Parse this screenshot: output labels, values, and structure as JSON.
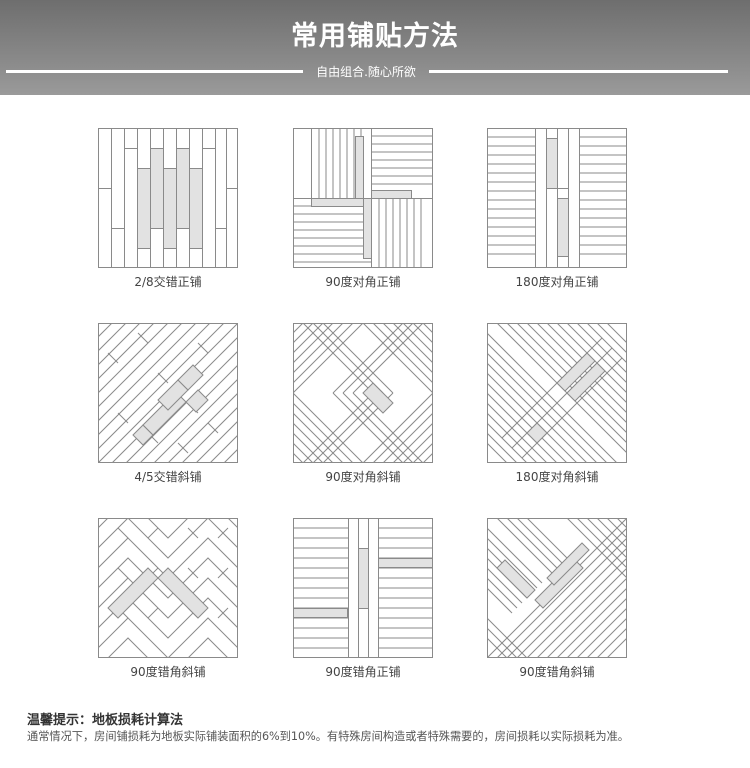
{
  "header": {
    "title": "常用铺贴方法",
    "subtitle": "自由组合.随心所欲"
  },
  "patterns": [
    {
      "id": "p1",
      "caption": "2/8交错正铺"
    },
    {
      "id": "p2",
      "caption": "90度对角正铺"
    },
    {
      "id": "p3",
      "caption": "180度对角正铺"
    },
    {
      "id": "p4",
      "caption": "4/5交错斜铺"
    },
    {
      "id": "p5",
      "caption": "90度对角斜铺"
    },
    {
      "id": "p6",
      "caption": "180度对角斜铺"
    },
    {
      "id": "p7",
      "caption": "90度错角斜铺"
    },
    {
      "id": "p8",
      "caption": "90度错角正铺"
    },
    {
      "id": "p9",
      "caption": "90度错角斜铺"
    }
  ],
  "tip": {
    "title": "温馨提示：地板损耗计算法",
    "body": "通常情况下，房间铺损耗为地板实际铺装面积的6%到10%。有特殊房间构造或者特殊需要的，房间损耗以实际损耗为准。"
  },
  "colors": {
    "banner": "#7d7d7d",
    "stroke": "#8a8a8a",
    "highlight": "#e2e2e2"
  }
}
